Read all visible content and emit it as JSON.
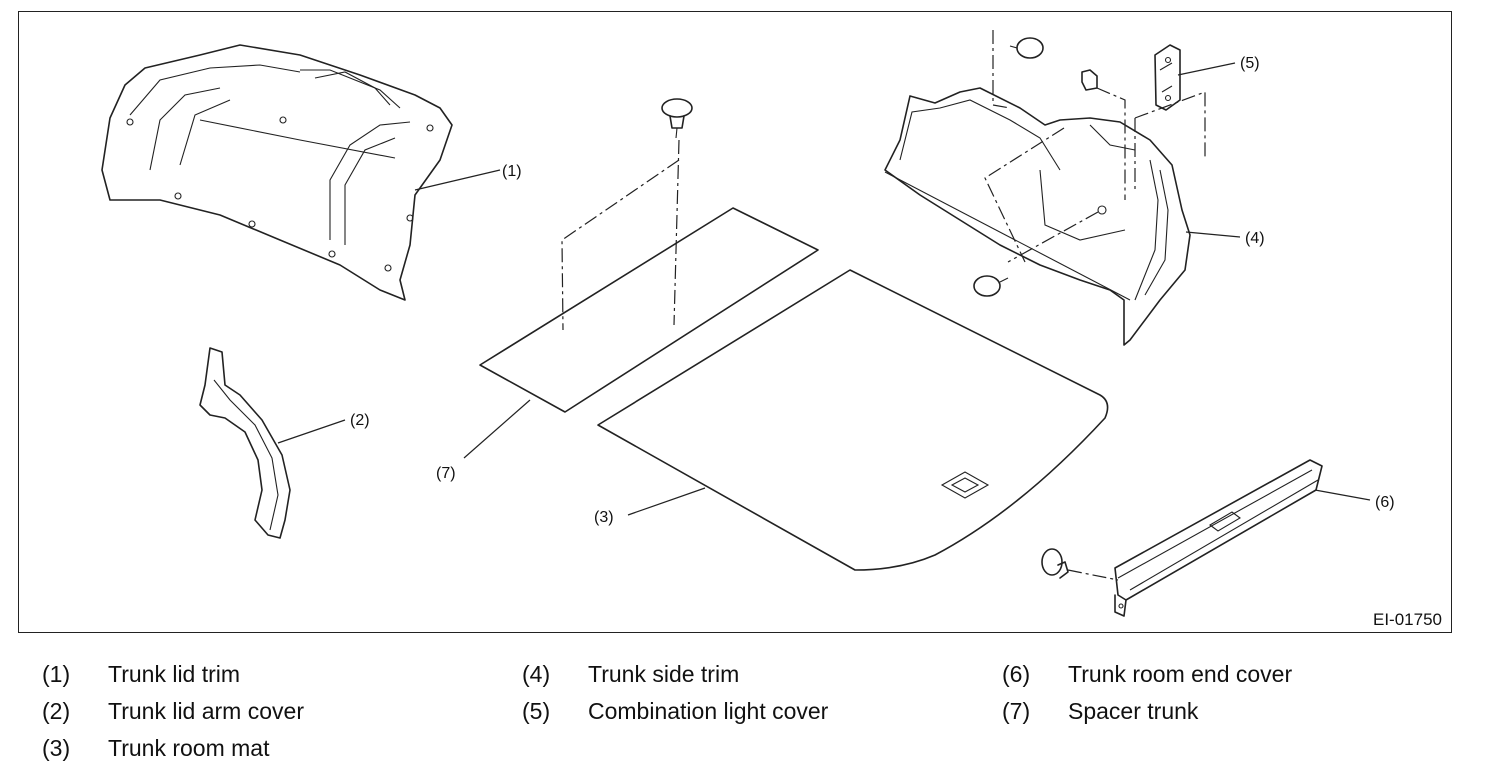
{
  "figure_id": "EI-01750",
  "callouts": {
    "c1": "(1)",
    "c2": "(2)",
    "c3": "(3)",
    "c4": "(4)",
    "c5": "(5)",
    "c6": "(6)",
    "c7": "(7)"
  },
  "legend": [
    {
      "num": "(1)",
      "label": "Trunk lid trim"
    },
    {
      "num": "(2)",
      "label": "Trunk lid arm cover"
    },
    {
      "num": "(3)",
      "label": "Trunk room mat"
    },
    {
      "num": "(4)",
      "label": "Trunk side trim"
    },
    {
      "num": "(5)",
      "label": "Combination light cover"
    },
    {
      "num": "(6)",
      "label": "Trunk room end cover"
    },
    {
      "num": "(7)",
      "label": "Spacer trunk"
    }
  ]
}
